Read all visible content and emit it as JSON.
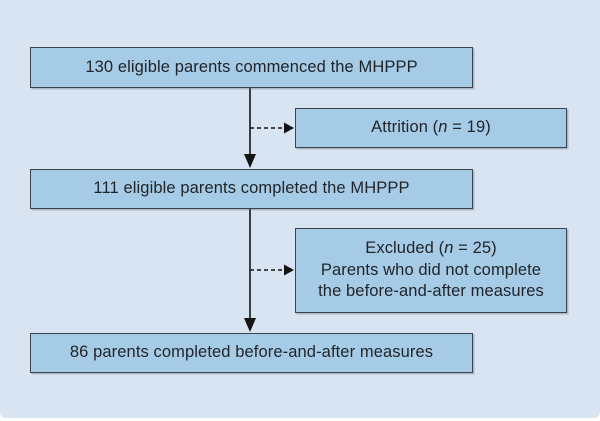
{
  "theme": {
    "bg": "#d8e4f2",
    "fill": "#a6cbe7",
    "border": "#3d4247",
    "text": "#212529",
    "arrow": "#141414"
  },
  "flowchart": {
    "commenced": {
      "label": "130 eligible parents commenced the MHPPP"
    },
    "attrition": {
      "prefix": "Attrition (",
      "n": "n",
      "suffix": " = 19)"
    },
    "completed": {
      "label": "111 eligible parents completed the MHPPP"
    },
    "excluded": {
      "line1_prefix": "Excluded (",
      "line1_n": "n",
      "line1_suffix": " = 25)",
      "line2": "Parents who did not complete",
      "line3": "the before-and-after measures"
    },
    "measures": {
      "label": "86 parents completed before-and-after measures"
    }
  }
}
